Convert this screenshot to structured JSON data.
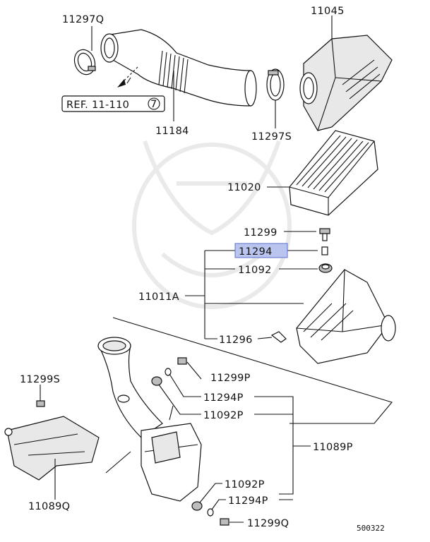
{
  "labels": {
    "l11297Q": "11297Q",
    "l11045": "11045",
    "ref": "REF. 11-110",
    "ref_circle": "7",
    "l11184": "11184",
    "l11297S": "11297S",
    "l11020": "11020",
    "l11299": "11299",
    "l11294": "11294",
    "l11092": "11092",
    "l11011A": "11011A",
    "l11296": "11296",
    "l11299S": "11299S",
    "l11299P": "11299P",
    "l11294P_a": "11294P",
    "l11092P_a": "11092P",
    "l11089P": "11089P",
    "l11092P_b": "11092P",
    "l11294P_b": "11294P",
    "l11089Q": "11089Q",
    "l11299Q": "11299Q",
    "diagram_no": "500322"
  },
  "highlight_color": "#b9c4ef"
}
